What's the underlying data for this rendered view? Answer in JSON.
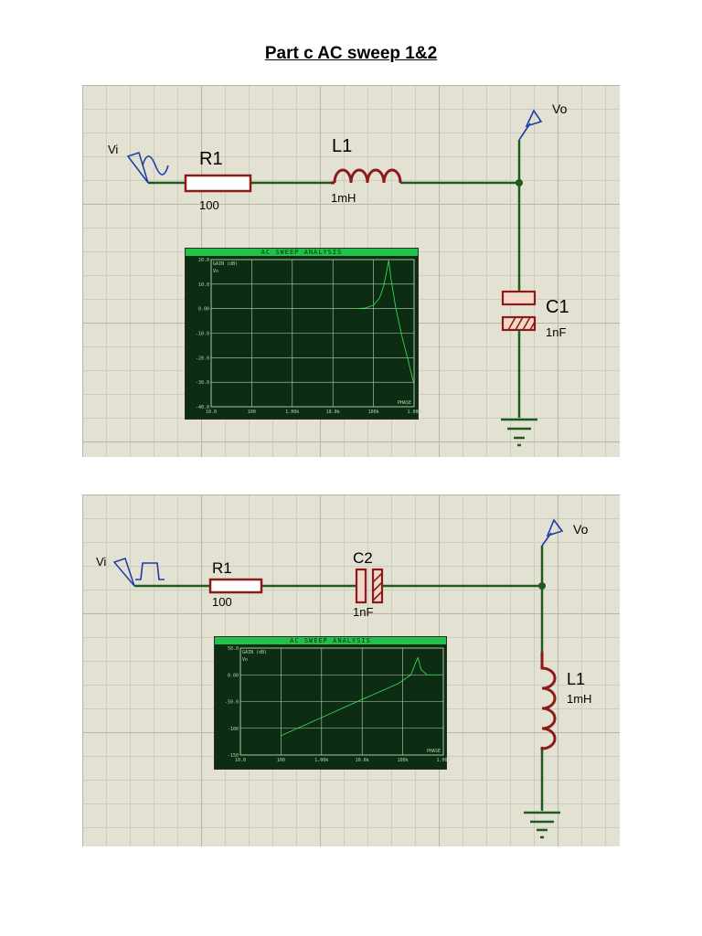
{
  "page_title": "Part c AC sweep 1&2",
  "circuit1": {
    "source": {
      "label": "Vi",
      "kind": "sine-source"
    },
    "probe": {
      "label": "Vo"
    },
    "r1": {
      "name": "R1",
      "value": "100"
    },
    "l1": {
      "name": "L1",
      "value": "1mH"
    },
    "c1": {
      "name": "C1",
      "value": "1nF"
    },
    "graph": {
      "header": "AC SWEEP ANALYSIS",
      "y_title": "GAIN (dB)",
      "trace_tag": "Vo",
      "y_ticks": [
        "20.0",
        "10.0",
        "0.00",
        "-10.0",
        "-20.0",
        "-30.0",
        "-40.0"
      ],
      "x_ticks": [
        "10.0",
        "100",
        "1.00k",
        "10.0k",
        "100k",
        "1.00M"
      ],
      "footer": "PHASE"
    }
  },
  "circuit2": {
    "source": {
      "label": "Vi",
      "kind": "pulse-source"
    },
    "probe": {
      "label": "Vo"
    },
    "r1": {
      "name": "R1",
      "value": "100"
    },
    "c2": {
      "name": "C2",
      "value": "1nF"
    },
    "l1": {
      "name": "L1",
      "value": "1mH"
    },
    "graph": {
      "header": "AC SWEEP ANALYSIS",
      "y_title": "GAIN (dB)",
      "trace_tag": "Vo",
      "y_ticks": [
        "50.0",
        "0.00",
        "-50.0",
        "-100",
        "-150"
      ],
      "x_ticks": [
        "10.0",
        "100",
        "1.00k",
        "10.0k",
        "100k",
        "1.00M"
      ],
      "footer": "PHASE"
    }
  },
  "colors": {
    "wire": "#1e5a1e",
    "component": "#8b1a1a",
    "probe": "#1f3aa8",
    "trace": "#35d64f",
    "grid": "#bcd8bc"
  }
}
